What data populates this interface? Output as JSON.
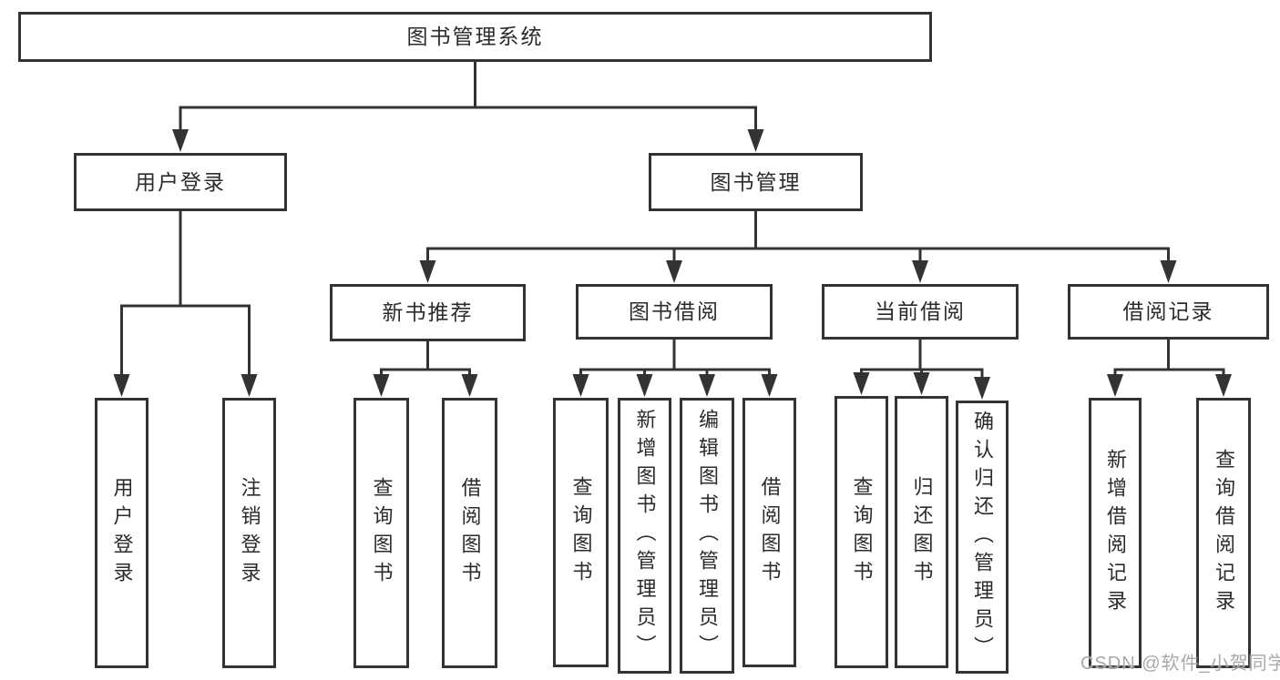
{
  "diagram": {
    "root": "图书管理系统",
    "level2": {
      "user_login": "用户登录",
      "book_mgmt": "图书管理"
    },
    "level3": {
      "new_book": "新书推荐",
      "book_borrow": "图书借阅",
      "current_borrow": "当前借阅",
      "borrow_record": "借阅记录"
    },
    "leaves": {
      "ul_login": "用户登录",
      "ul_logout": "注销登录",
      "nb_query": "查询图书",
      "nb_borrow": "借阅图书",
      "bb_query": "查询图书",
      "bb_add": "新增图书（管理员）",
      "bb_edit": "编辑图书（管理员）",
      "bb_borrow": "借阅图书",
      "cb_query": "查询图书",
      "cb_return": "归还图书",
      "cb_confirm": "确认归还（管理员）",
      "br_add": "新增借阅记录",
      "br_query": "查询借阅记录"
    }
  },
  "watermark": {
    "text": "CSDN @软件_小贺同学"
  },
  "colors": {
    "line": "#333333",
    "box_border": "#333333",
    "text": "#2b2b2b",
    "background": "#ffffff",
    "watermark": "#9e9e9e"
  }
}
